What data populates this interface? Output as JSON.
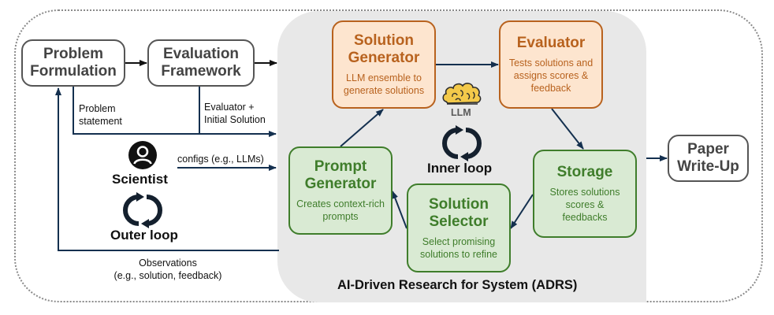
{
  "diagram": {
    "colors": {
      "arrow": "#14304f",
      "panel_bg": "#e8e8e8",
      "orange_border": "#b8621e",
      "orange_fill": "#fde5cf",
      "green_border": "#3f7d2b",
      "green_fill": "#d9ead3",
      "neutral_border": "#555555"
    },
    "outer": {
      "problem_formulation": "Problem\nFormulation",
      "evaluation_framework": "Evaluation\nFramework",
      "paper_writeup": "Paper\nWrite-Up",
      "problem_statement_label": "Problem\nstatement",
      "evaluator_initial_label": "Evaluator +\nInitial Solution",
      "configs_label": "configs (e.g., LLMs)",
      "observations_label": "Observations\n(e.g., solution, feedback)",
      "scientist_label": "Scientist",
      "outer_loop_label": "Outer loop"
    },
    "adrs": {
      "title": "AI-Driven Research for System (ADRS)",
      "inner_loop_label": "Inner loop",
      "llm_icon_label": "LLM",
      "components": {
        "solution_generator": {
          "title": "Solution\nGenerator",
          "desc": "LLM ensemble to\ngenerate solutions"
        },
        "evaluator": {
          "title": "Evaluator",
          "desc": "Tests solutions and\nassigns scores &\nfeedback"
        },
        "storage": {
          "title": "Storage",
          "desc": "Stores solutions\nscores &\nfeedbacks"
        },
        "solution_selector": {
          "title": "Solution\nSelector",
          "desc": "Select promising\nsolutions to refine"
        },
        "prompt_generator": {
          "title": "Prompt\nGenerator",
          "desc": "Creates context-rich\nprompts"
        }
      }
    }
  }
}
